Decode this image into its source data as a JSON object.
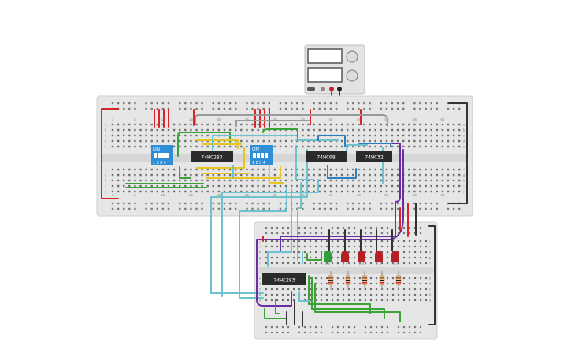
{
  "power_supply": {
    "name": "dc-power-supply"
  },
  "boards": {
    "main_row_numbers": [
      "1",
      "5",
      "10",
      "15",
      "20",
      "25",
      "30",
      "35",
      "40",
      "45",
      "50",
      "55",
      "60"
    ],
    "main_row_letters": [
      "a",
      "b",
      "c",
      "d",
      "e",
      "f",
      "g",
      "h",
      "i",
      "j"
    ],
    "small_row_letters": [
      "j",
      "i",
      "h",
      "g",
      "f",
      "e",
      "d",
      "c",
      "b",
      "a"
    ]
  },
  "chips": {
    "u1": "74HC283",
    "u2": "74HC08",
    "u3": "74HC32",
    "u4": "74HC283"
  },
  "dip_switches": {
    "sw1": {
      "on_label": "ON",
      "numbers": "1 2 3 4"
    },
    "sw2": {
      "on_label": "ON",
      "numbers": "1 2 3 4"
    }
  },
  "leds": [
    "green",
    "red",
    "red",
    "red",
    "red"
  ],
  "colors": {
    "wire_red": "#d7262a",
    "wire_black": "#333333",
    "wire_green": "#3aa335",
    "wire_yellow": "#e8c51f",
    "wire_cyan": "#6cc3cf",
    "wire_blue": "#2a7fc0",
    "wire_purple": "#6a2fa0",
    "wire_gray": "#9a9a9a",
    "board": "#e6e6e6",
    "chip": "#2b2b2b",
    "dip": "#2e8fd6"
  }
}
